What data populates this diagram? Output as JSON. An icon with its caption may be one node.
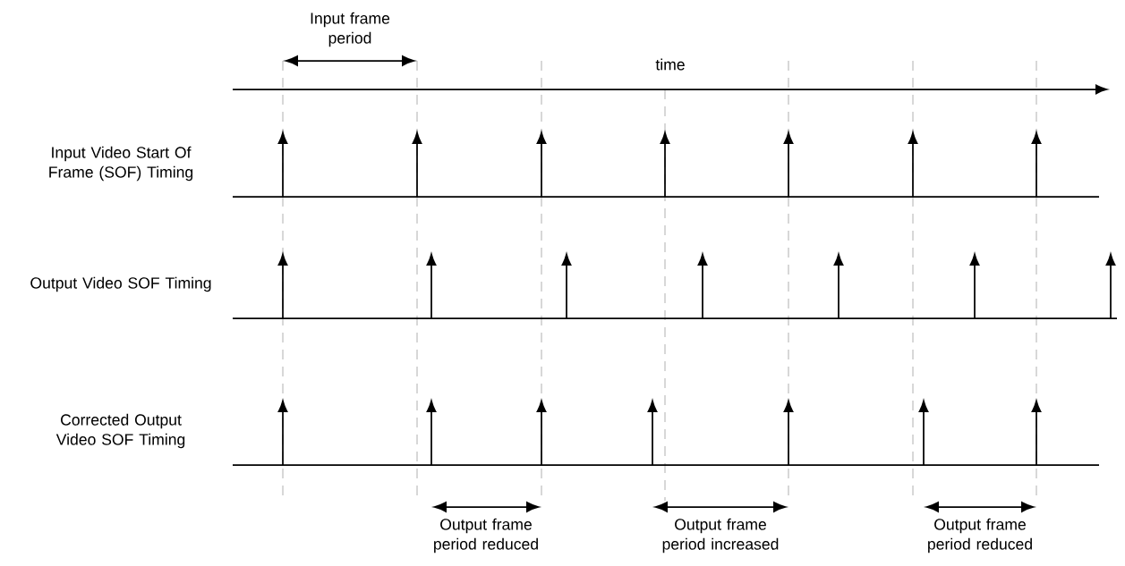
{
  "diagram": {
    "labels": [
      "Input frame period",
      "time",
      "Input Video Start Of Frame (SOF) Timing",
      "Output Video SOF Timing",
      "Corrected Output Video SOF Timing",
      "Output frame period reduced",
      "Output frame period increased",
      "Output frame period reduced"
    ]
  }
}
